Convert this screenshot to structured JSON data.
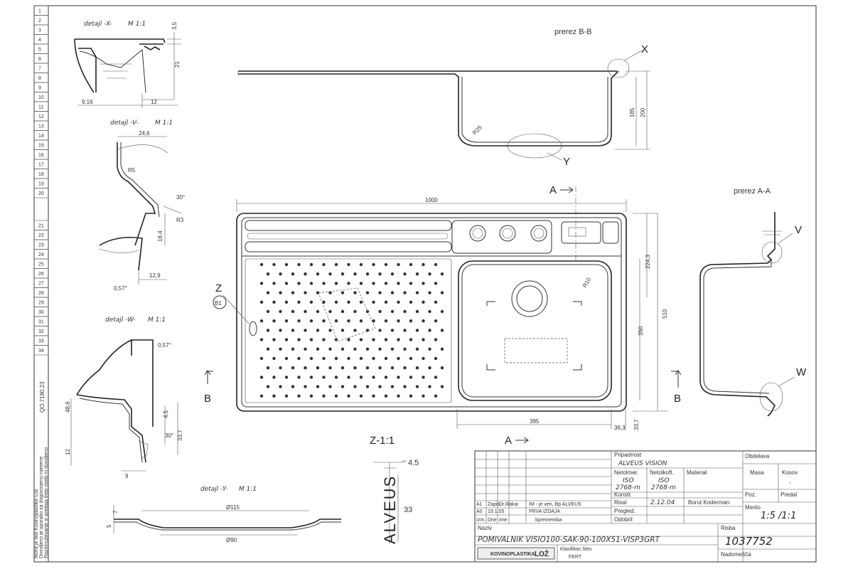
{
  "row_numbers": [
    "1",
    "2",
    "3",
    "4",
    "5",
    "6",
    "7",
    "8",
    "9",
    "10",
    "11",
    "12",
    "13",
    "14",
    "15",
    "16",
    "17",
    "18",
    "19",
    "20",
    "21",
    "22",
    "23",
    "24",
    "25",
    "26",
    "27",
    "28",
    "29",
    "30",
    "31",
    "32",
    "33",
    "34"
  ],
  "left_margin": {
    "drawing_code": "QO.7180.23",
    "note_lines": [
      "Mohit je last Kovinoplastike Lož",
      "Dovoljeno je uporabo za dogovorjeno namene",
      "Razmnoževanje in predaja tretji osebi ni dovoljeno"
    ]
  },
  "details": {
    "x": {
      "label": "detajl -X-",
      "scale": "M 1:1",
      "dims": [
        "3,5",
        "21",
        "9,16",
        "12"
      ]
    },
    "v": {
      "label": "detajl -V-",
      "scale": "M 1:1",
      "dims": [
        "24,6",
        "R5",
        "30°",
        "R3",
        "18,4",
        "12,9",
        "0,57°"
      ]
    },
    "w": {
      "label": "detajl -W-",
      "scale": "M 1:1",
      "dims": [
        "0,57°",
        "48,6",
        "4,5",
        "30°",
        "33,7",
        "12",
        "9"
      ]
    },
    "y": {
      "label": "detajl -Y-",
      "scale": "M 1:1",
      "dims": [
        "7",
        "5",
        "Ø115",
        "Ø90"
      ]
    }
  },
  "sections": {
    "bb": {
      "label": "prerez B-B",
      "dims": [
        "R25",
        "185",
        "200"
      ],
      "markers": [
        "X",
        "Y"
      ]
    },
    "aa": {
      "label": "prerez A-A",
      "markers": [
        "V",
        "W"
      ]
    }
  },
  "plan": {
    "dims": [
      "1000",
      "224,3",
      "R10",
      "350",
      "510",
      "395",
      "36,3",
      "33,7"
    ],
    "cut_markers": [
      "A",
      "A",
      "B",
      "B"
    ],
    "zone_marker": "Z",
    "zone_ref": "B1"
  },
  "z_detail": {
    "label": "Z-1:1",
    "dims": [
      "4.5",
      "33"
    ],
    "brand": "ALVEUS"
  },
  "title_block": {
    "pripadnost_label": "Pripadnost",
    "pripadnost": "ALVEUS VISION",
    "obdelava_label": "Obdelava",
    "masa_label": "Masa",
    "kosov_label": "Kosov",
    "kosov_value": "-",
    "pos_label": "Poz.",
    "predal_label": "Predal",
    "merilo_label": "Merilo",
    "merilo_value": "1:5 /1:1",
    "tolerance_label": "Netolmer.",
    "tolerance_value": "ISO",
    "tolerance_std": "2768-m",
    "tolerance2_label": "Netolkoft.",
    "tolerance2_value": "ISO",
    "tolerance2_std": "2768-m",
    "material_label": "Material",
    "konstr_label": "Konstr.",
    "risal_label": "Risal",
    "risal_date": "2.12.04",
    "risal_name": "Borut Koderman",
    "pregled_label": "Pregled.",
    "odobril_label": "Odobril",
    "rev_rows": [
      {
        "col1": "A1",
        "col2": "Zapis",
        "col3": "Dr.Rakar",
        "col4": "IM - je ven, Bp ALVEUS"
      },
      {
        "col1": "A0",
        "col2": "19.1.05",
        "col3": "",
        "col4": "PRVA IZDAJA"
      }
    ],
    "rev_header": [
      "Izm.",
      "Dne",
      "Ime",
      "Sprememba"
    ],
    "naziv_label": "Naziv",
    "naziv": "POMIVALNIK VISIO100-SAK-90-100X51-VISP3GRT",
    "risba_label": "Risba",
    "risba_no": "1037752",
    "company": "KOVINOPLASTIKA",
    "company_mark": "LOŽ",
    "klasif_label": "Klasifikac.štev.",
    "klasif_value": "FERT",
    "nadomesca_label": "Nadomešča"
  }
}
